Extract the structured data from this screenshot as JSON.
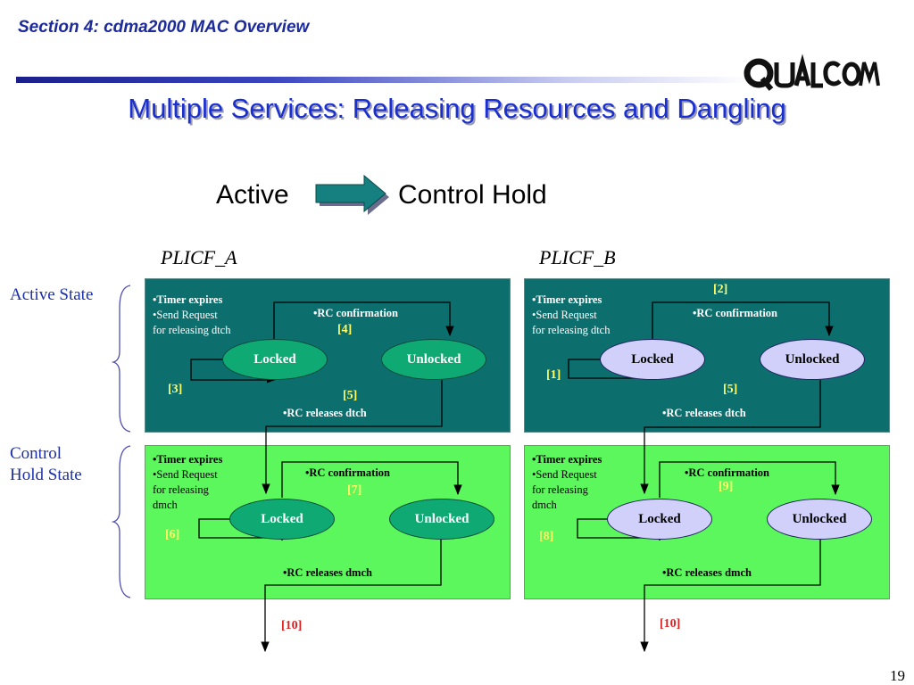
{
  "header": {
    "section_title": "Section 4: cdma2000 MAC Overview",
    "logo_text": "QUALCOMM"
  },
  "title": "Multiple Services: Releasing Resources and Dangling",
  "transition": {
    "from": "Active",
    "to": "Control Hold"
  },
  "columns": {
    "left": "PLICF_A",
    "right": "PLICF_B"
  },
  "side_labels": {
    "active": "Active State",
    "control_line1": "Control",
    "control_line2": "Hold State"
  },
  "panels": {
    "a_active": {
      "cond1": "•Timer expires",
      "cond2": "•Send Request",
      "cond3": "for releasing dtch",
      "confirm": "•RC confirmation",
      "release": "•RC releases dtch",
      "locked": "Locked",
      "unlocked": "Unlocked",
      "n_confirm": "[4]",
      "n_loop": "[3]",
      "n_release": "[5]"
    },
    "b_active": {
      "cond1": "•Timer expires",
      "cond2": "•Send Request",
      "cond3": "for releasing dtch",
      "confirm": "•RC confirmation",
      "release": "•RC releases dtch",
      "locked": "Locked",
      "unlocked": "Unlocked",
      "n_top": "[2]",
      "n_loop": "[1]",
      "n_release": "[5]"
    },
    "a_control": {
      "cond1": "•Timer expires",
      "cond2": "•Send Request",
      "cond3": "for releasing",
      "cond4": "dmch",
      "confirm": "•RC confirmation",
      "release": "•RC releases dmch",
      "locked": "Locked",
      "unlocked": "Unlocked",
      "n_confirm": "[7]",
      "n_loop": "[6]"
    },
    "b_control": {
      "cond1": "•Timer expires",
      "cond2": "•Send Request",
      "cond3": "for releasing",
      "cond4": "dmch",
      "confirm": "•RC confirmation",
      "release": "•RC releases dmch",
      "locked": "Locked",
      "unlocked": "Unlocked",
      "n_confirm": "[9]",
      "n_loop": "[8]"
    }
  },
  "exits": {
    "a": "[10]",
    "b": "[10]"
  },
  "page_number": "19",
  "colors": {
    "title_blue": "#1a2fd0",
    "teal_panel": "#0d6e6e",
    "green_panel": "#5cf75c",
    "locked_green": "#0faa74",
    "locked_purple": "#d0d0fa",
    "number_yellow": "#ffff66",
    "number_red": "#e02020"
  }
}
